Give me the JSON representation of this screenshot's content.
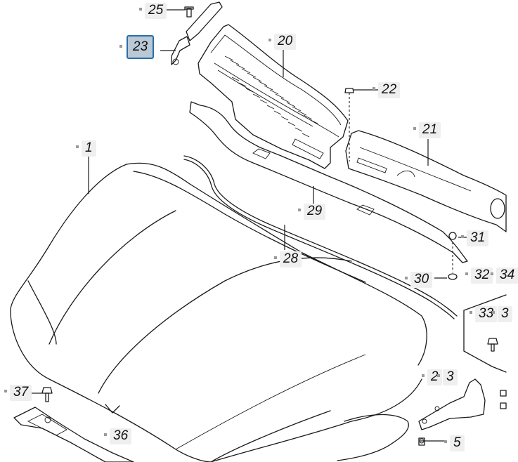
{
  "callouts": [
    {
      "id": "25",
      "text": "25"
    },
    {
      "id": "23",
      "text": "23",
      "selected": true
    },
    {
      "id": "20",
      "text": "20"
    },
    {
      "id": "22",
      "text": "22"
    },
    {
      "id": "21",
      "text": "21"
    },
    {
      "id": "1",
      "text": "1"
    },
    {
      "id": "29",
      "text": "29"
    },
    {
      "id": "28",
      "text": "28"
    },
    {
      "id": "31",
      "text": "31"
    },
    {
      "id": "30",
      "text": "30"
    },
    {
      "id": "32",
      "text": "32"
    },
    {
      "id": "34",
      "text": "34"
    },
    {
      "id": "33",
      "text": "33"
    },
    {
      "id": "3x",
      "text": "3"
    },
    {
      "id": "2",
      "text": "2"
    },
    {
      "id": "3",
      "text": "3"
    },
    {
      "id": "37",
      "text": "37"
    },
    {
      "id": "36",
      "text": "36"
    },
    {
      "id": "5",
      "text": "5"
    }
  ],
  "colors": {
    "line": "#1a1a1a",
    "label_bg": "#efefef",
    "selected_bg": "#b9c9d6",
    "selected_border": "#2a6ea6"
  }
}
